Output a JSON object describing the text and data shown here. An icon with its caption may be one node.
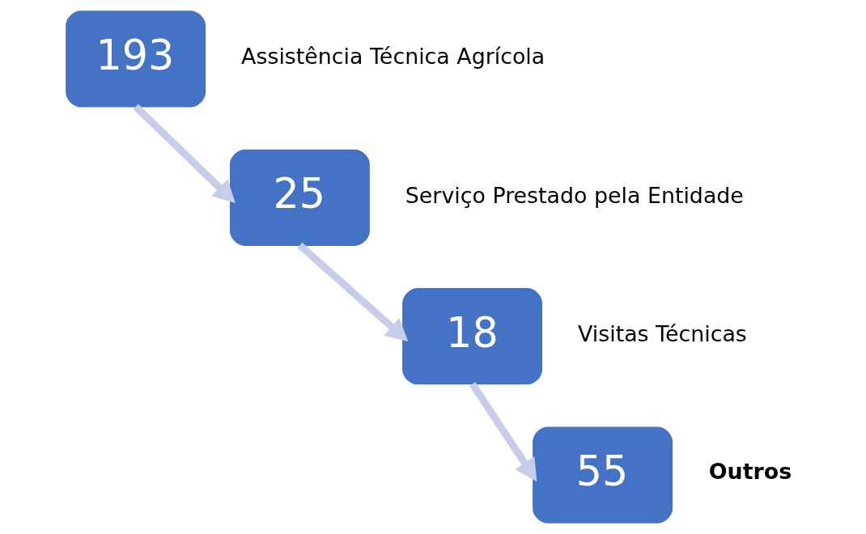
{
  "diagram": {
    "nodes": [
      {
        "text": [
          "193"
        ],
        "beside": [
          "Assistência Técnica Agrícola"
        ]
      },
      {
        "text": [
          "25"
        ],
        "beside": [
          "Serviço Prestado pela Entidade"
        ]
      },
      {
        "text": [
          "18"
        ],
        "beside": [
          "Visitas Técnicas"
        ]
      },
      {
        "text": [
          "55"
        ],
        "beside": [
          "Outros"
        ]
      }
    ],
    "edges": [
      {
        "from": 0,
        "to": 1,
        "arrow": "to"
      },
      {
        "from": 1,
        "to": 2,
        "arrow": "to"
      },
      {
        "from": 2,
        "to": 3,
        "arrow": "to"
      }
    ]
  }
}
